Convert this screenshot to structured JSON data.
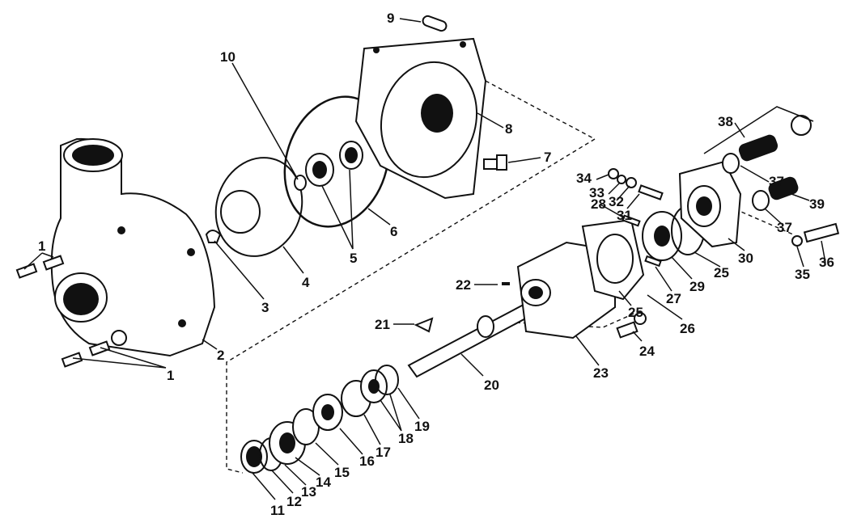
{
  "figure": {
    "background": "#ffffff",
    "ink_color": "#111111"
  },
  "callouts": [
    {
      "id": "c1a",
      "label": "1"
    },
    {
      "id": "c1b",
      "label": "1"
    },
    {
      "id": "c2",
      "label": "2"
    },
    {
      "id": "c3",
      "label": "3"
    },
    {
      "id": "c4",
      "label": "4"
    },
    {
      "id": "c5",
      "label": "5"
    },
    {
      "id": "c6",
      "label": "6"
    },
    {
      "id": "c7",
      "label": "7"
    },
    {
      "id": "c8",
      "label": "8"
    },
    {
      "id": "c9",
      "label": "9"
    },
    {
      "id": "c10",
      "label": "10"
    },
    {
      "id": "c11",
      "label": "11"
    },
    {
      "id": "c12",
      "label": "12"
    },
    {
      "id": "c13",
      "label": "13"
    },
    {
      "id": "c14",
      "label": "14"
    },
    {
      "id": "c15",
      "label": "15"
    },
    {
      "id": "c16",
      "label": "16"
    },
    {
      "id": "c17",
      "label": "17"
    },
    {
      "id": "c18",
      "label": "18"
    },
    {
      "id": "c19",
      "label": "19"
    },
    {
      "id": "c20",
      "label": "20"
    },
    {
      "id": "c21",
      "label": "21"
    },
    {
      "id": "c22",
      "label": "22"
    },
    {
      "id": "c23",
      "label": "23"
    },
    {
      "id": "c24",
      "label": "24"
    },
    {
      "id": "c25a",
      "label": "25"
    },
    {
      "id": "c25b",
      "label": "25"
    },
    {
      "id": "c26",
      "label": "26"
    },
    {
      "id": "c27",
      "label": "27"
    },
    {
      "id": "c28",
      "label": "28"
    },
    {
      "id": "c29",
      "label": "29"
    },
    {
      "id": "c30",
      "label": "30"
    },
    {
      "id": "c31",
      "label": "31"
    },
    {
      "id": "c32",
      "label": "32"
    },
    {
      "id": "c33",
      "label": "33"
    },
    {
      "id": "c34",
      "label": "34"
    },
    {
      "id": "c35",
      "label": "35"
    },
    {
      "id": "c36",
      "label": "36"
    },
    {
      "id": "c37a",
      "label": "37"
    },
    {
      "id": "c37b",
      "label": "37"
    },
    {
      "id": "c38",
      "label": "38"
    },
    {
      "id": "c39",
      "label": "39"
    }
  ]
}
